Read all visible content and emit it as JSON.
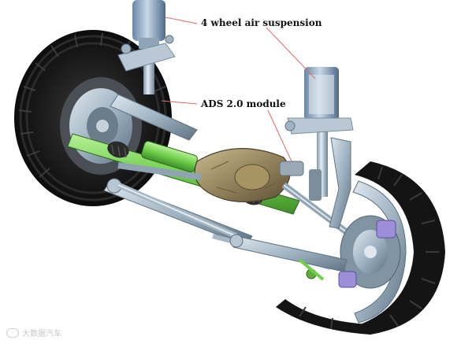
{
  "callouts": {
    "air_suspension": "4 wheel air suspension",
    "ads_module": "ADS 2.0 module"
  },
  "watermark": {
    "text": "大数据汽车"
  },
  "colors": {
    "background": "#ffffff",
    "tire": "#1c1c1c",
    "rack": "#7ed957",
    "metal": "#9fb3c2",
    "differential": "#8a7a55",
    "leader_line": "#e06a6a"
  }
}
